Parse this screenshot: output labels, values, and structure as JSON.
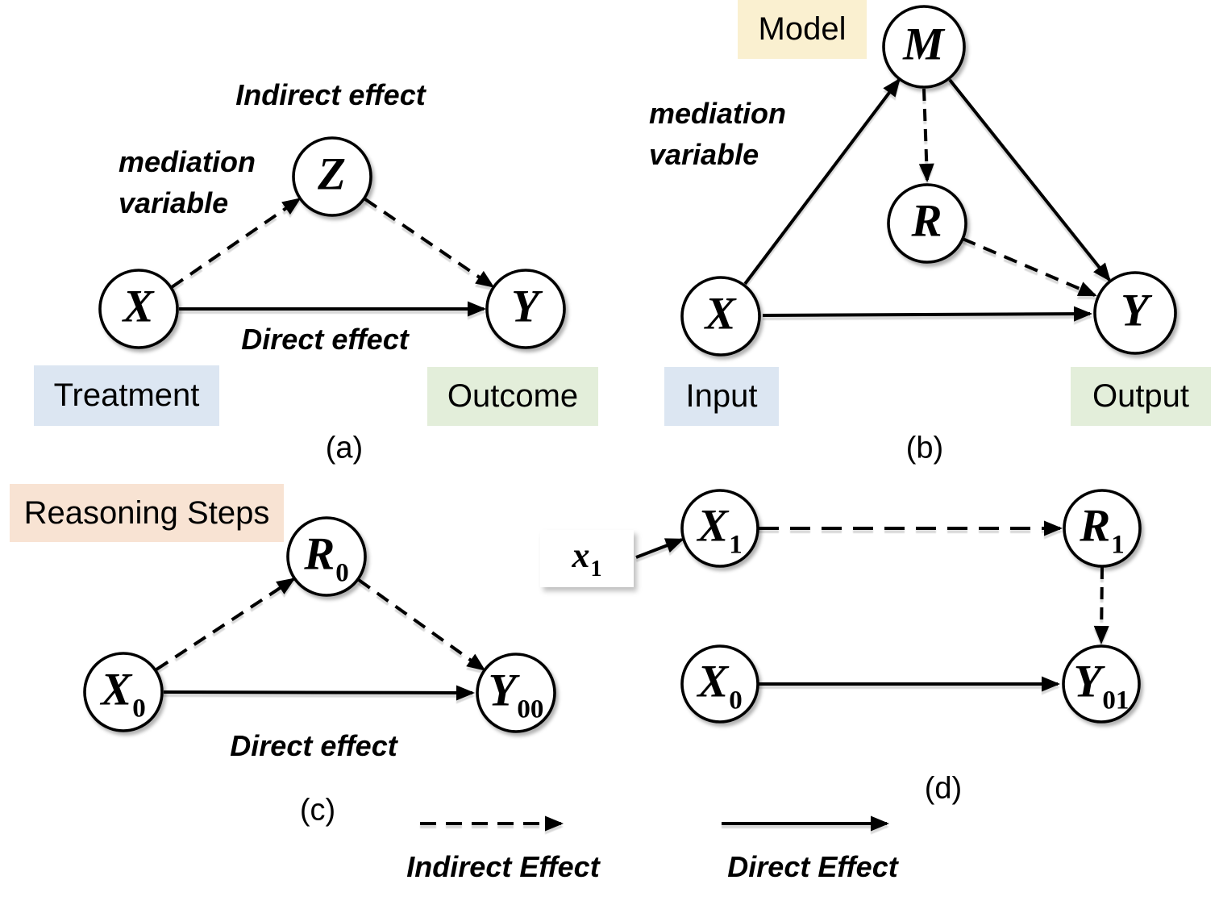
{
  "colors": {
    "treatment_bg": "#dce6f2",
    "outcome_bg": "#e3eeda",
    "model_bg": "#faf0d0",
    "reasoning_bg": "#f8e3d3",
    "node_fill": "#ffffff",
    "stroke": "#000000"
  },
  "panel_a": {
    "caption": "(a)",
    "indirect_effect_label": "Indirect effect",
    "mediation_line1": "mediation",
    "mediation_line2": "variable",
    "direct_effect_label": "Direct effect",
    "treatment_label": "Treatment",
    "outcome_label": "Outcome",
    "nodes": {
      "x": {
        "main": "X",
        "sub": ""
      },
      "z": {
        "main": "Z",
        "sub": ""
      },
      "y": {
        "main": "Y",
        "sub": ""
      }
    }
  },
  "panel_b": {
    "caption": "(b)",
    "model_label": "Model",
    "mediation_line1": "mediation",
    "mediation_line2": "variable",
    "input_label": "Input",
    "output_label": "Output",
    "nodes": {
      "x": {
        "main": "X",
        "sub": ""
      },
      "m": {
        "main": "M",
        "sub": ""
      },
      "r": {
        "main": "R",
        "sub": ""
      },
      "y": {
        "main": "Y",
        "sub": ""
      }
    }
  },
  "panel_c": {
    "caption": "(c)",
    "reasoning_label": "Reasoning Steps",
    "direct_effect_label": "Direct effect",
    "nodes": {
      "x0": {
        "main": "X",
        "sub": "0"
      },
      "r0": {
        "main": "R",
        "sub": "0"
      },
      "y00": {
        "main": "Y",
        "sub": "00"
      }
    }
  },
  "panel_d": {
    "caption": "(d)",
    "x1_input": {
      "main": "x",
      "sub": "1"
    },
    "nodes": {
      "x1": {
        "main": "X",
        "sub": "1"
      },
      "r1": {
        "main": "R",
        "sub": "1"
      },
      "x0": {
        "main": "X",
        "sub": "0"
      },
      "y01": {
        "main": "Y",
        "sub": "01"
      }
    }
  },
  "legend": {
    "indirect_label": "Indirect Effect",
    "direct_label": "Direct Effect"
  }
}
